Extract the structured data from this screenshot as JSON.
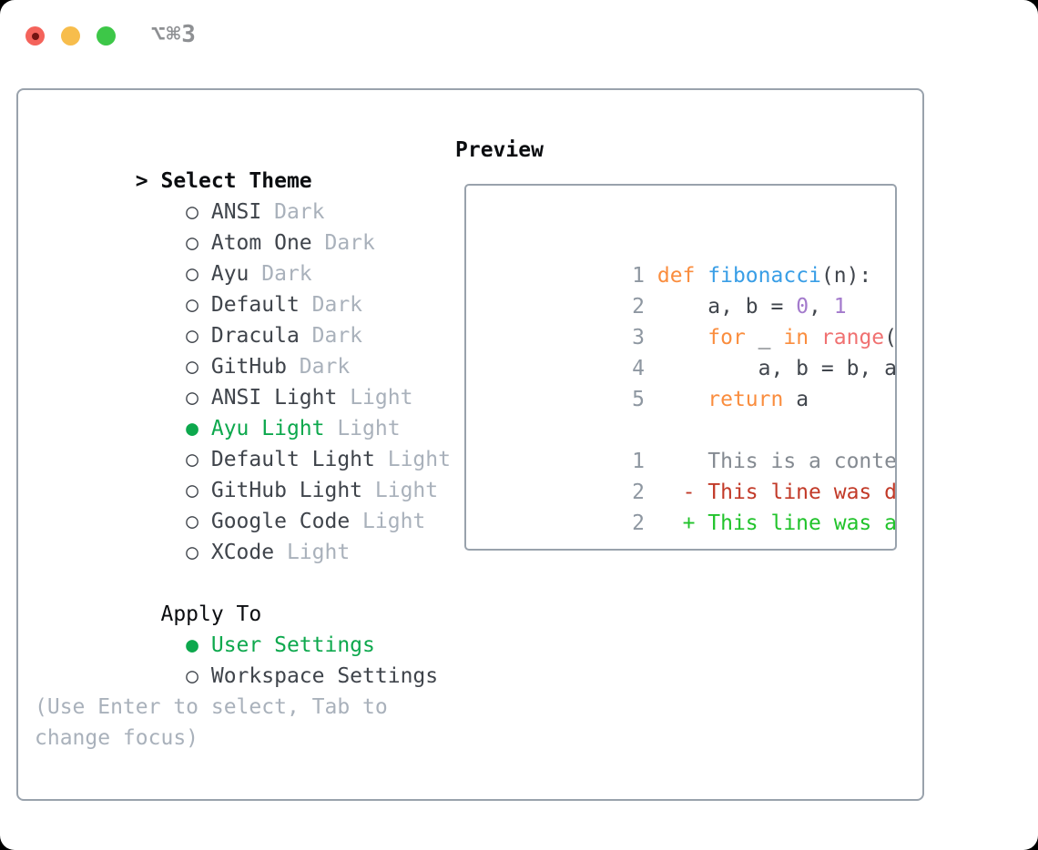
{
  "palette": {
    "header": "#0B0D10",
    "item": "#3F444B",
    "muted": "#A9B1BB",
    "help": "#A9B1BB",
    "green_sel": "#0DA84D",
    "line_no": "#8E97A1",
    "code": "#41464D",
    "orange": "#FA8D3E",
    "blue": "#399EE6",
    "coral": "#F07171",
    "purple": "#A37ACC",
    "context": "#848A91",
    "red_del": "#C23A28",
    "green_add": "#21C32B",
    "border": "#99A2AC",
    "title": "#8E9093",
    "traffic_red": "#F4635B",
    "traffic_red_dot": "#731512",
    "traffic_yellow": "#F7BD4C",
    "traffic_green": "#3DC748"
  },
  "window": {
    "title": "⌥⌘3"
  },
  "theme_list": {
    "prompt": ">",
    "header": "Select Theme",
    "items": [
      {
        "marker": "○",
        "marker_color": "item",
        "name": "ANSI",
        "name_color": "item",
        "tag": "Dark",
        "tag_color": "muted"
      },
      {
        "marker": "○",
        "marker_color": "item",
        "name": "Atom One",
        "name_color": "item",
        "tag": "Dark",
        "tag_color": "muted"
      },
      {
        "marker": "○",
        "marker_color": "item",
        "name": "Ayu",
        "name_color": "item",
        "tag": "Dark",
        "tag_color": "muted"
      },
      {
        "marker": "○",
        "marker_color": "item",
        "name": "Default",
        "name_color": "item",
        "tag": "Dark",
        "tag_color": "muted"
      },
      {
        "marker": "○",
        "marker_color": "item",
        "name": "Dracula",
        "name_color": "item",
        "tag": "Dark",
        "tag_color": "muted"
      },
      {
        "marker": "○",
        "marker_color": "item",
        "name": "GitHub",
        "name_color": "item",
        "tag": "Dark",
        "tag_color": "muted"
      },
      {
        "marker": "○",
        "marker_color": "item",
        "name": "ANSI Light",
        "name_color": "item",
        "tag": "Light",
        "tag_color": "muted"
      },
      {
        "marker": "●",
        "marker_color": "green_sel",
        "name": "Ayu Light",
        "name_color": "green_sel",
        "tag": "Light",
        "tag_color": "muted"
      },
      {
        "marker": "○",
        "marker_color": "item",
        "name": "Default Light",
        "name_color": "item",
        "tag": "Light",
        "tag_color": "muted"
      },
      {
        "marker": "○",
        "marker_color": "item",
        "name": "GitHub Light",
        "name_color": "item",
        "tag": "Light",
        "tag_color": "muted"
      },
      {
        "marker": "○",
        "marker_color": "item",
        "name": "Google Code",
        "name_color": "item",
        "tag": "Light",
        "tag_color": "muted"
      },
      {
        "marker": "○",
        "marker_color": "item",
        "name": "XCode",
        "name_color": "item",
        "tag": "Light",
        "tag_color": "muted"
      }
    ]
  },
  "apply_to": {
    "header": "Apply To",
    "options": [
      {
        "marker": "●",
        "marker_color": "green_sel",
        "label": "User Settings",
        "label_color": "green_sel"
      },
      {
        "marker": "○",
        "marker_color": "item",
        "label": "Workspace Settings",
        "label_color": "item"
      }
    ]
  },
  "help_text": "(Use Enter to select, Tab to change focus)",
  "preview": {
    "header": "Preview",
    "code": [
      {
        "ln": "1",
        "segments": [
          {
            "t": "def",
            "c": "orange"
          },
          {
            "t": " ",
            "c": "code"
          },
          {
            "t": "fibonacci",
            "c": "blue"
          },
          {
            "t": "(n):",
            "c": "code"
          }
        ]
      },
      {
        "ln": "2",
        "segments": [
          {
            "t": "    a, b = ",
            "c": "code"
          },
          {
            "t": "0",
            "c": "purple"
          },
          {
            "t": ", ",
            "c": "code"
          },
          {
            "t": "1",
            "c": "purple"
          }
        ]
      },
      {
        "ln": "3",
        "segments": [
          {
            "t": "    ",
            "c": "code"
          },
          {
            "t": "for",
            "c": "orange"
          },
          {
            "t": " _ ",
            "c": "code"
          },
          {
            "t": "in",
            "c": "orange"
          },
          {
            "t": " ",
            "c": "code"
          },
          {
            "t": "range",
            "c": "coral"
          },
          {
            "t": "(n):",
            "c": "code"
          }
        ]
      },
      {
        "ln": "4",
        "segments": [
          {
            "t": "        a, b = b, a + b",
            "c": "code"
          }
        ]
      },
      {
        "ln": "5",
        "segments": [
          {
            "t": "    ",
            "c": "code"
          },
          {
            "t": "return",
            "c": "orange"
          },
          {
            "t": " a",
            "c": "code"
          }
        ]
      },
      {
        "ln": "",
        "segments": []
      },
      {
        "ln": "1",
        "segments": [
          {
            "t": "    This is a context line.",
            "c": "context"
          }
        ]
      },
      {
        "ln": "2",
        "segments": [
          {
            "t": "  ",
            "c": "code"
          },
          {
            "t": "- This line was deleted.",
            "c": "red_del"
          }
        ]
      },
      {
        "ln": "2",
        "segments": [
          {
            "t": "  ",
            "c": "code"
          },
          {
            "t": "+ This line was added.",
            "c": "green_add"
          }
        ]
      }
    ]
  }
}
